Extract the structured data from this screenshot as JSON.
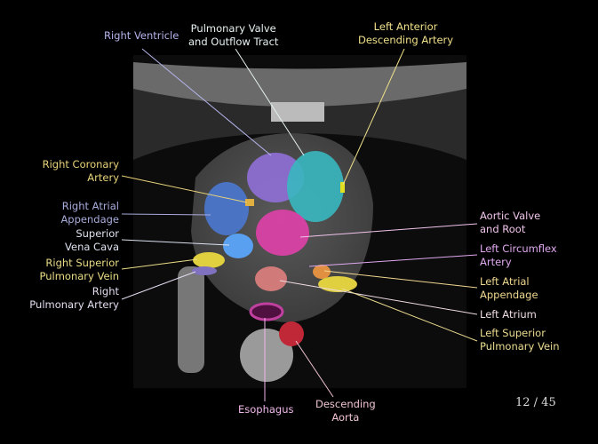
{
  "labels": {
    "right_ventricle": {
      "line1": "Right Ventricle",
      "color": "#b4b4ec"
    },
    "pulmonary_valve": {
      "line1": "Pulmonary Valve",
      "line2": "and Outflow Tract",
      "color": "#e6f0f0"
    },
    "lad": {
      "line1": "Left Anterior",
      "line2": "Descending Artery",
      "color": "#f0e08a"
    },
    "rca": {
      "line1": "Right Coronary",
      "line2": "Artery",
      "color": "#e8d27a"
    },
    "raa": {
      "line1": "Right Atrial",
      "line2": "Appendage",
      "color": "#a8acdc"
    },
    "svc": {
      "line1": "Superior",
      "line2": "Vena Cava",
      "color": "#dce2f0"
    },
    "rspv": {
      "line1": "Right Superior",
      "line2": "Pulmonary Vein",
      "color": "#eadc86"
    },
    "rpa": {
      "line1": "Right",
      "line2": "Pulmonary Artery",
      "color": "#e4dcf0"
    },
    "aortic": {
      "line1": "Aortic Valve",
      "line2": "and Root",
      "color": "#f0c4ec"
    },
    "lcx": {
      "line1": "Left Circumflex",
      "line2": "Artery",
      "color": "#e0a8f0"
    },
    "laa": {
      "line1": "Left Atrial",
      "line2": "Appendage",
      "color": "#f0d890"
    },
    "la": {
      "line1": "Left Atrium",
      "color": "#f0dce4"
    },
    "lspv": {
      "line1": "Left Superior",
      "line2": "Pulmonary Vein",
      "color": "#ecdc90"
    },
    "esophagus": {
      "line1": "Esophagus",
      "color": "#f0b8ea"
    },
    "desc_aorta": {
      "line1": "Descending",
      "line2": "Aorta",
      "color": "#f0c4d4"
    }
  },
  "pagination": {
    "current": "12",
    "total": "45",
    "text": "12 / 45"
  }
}
